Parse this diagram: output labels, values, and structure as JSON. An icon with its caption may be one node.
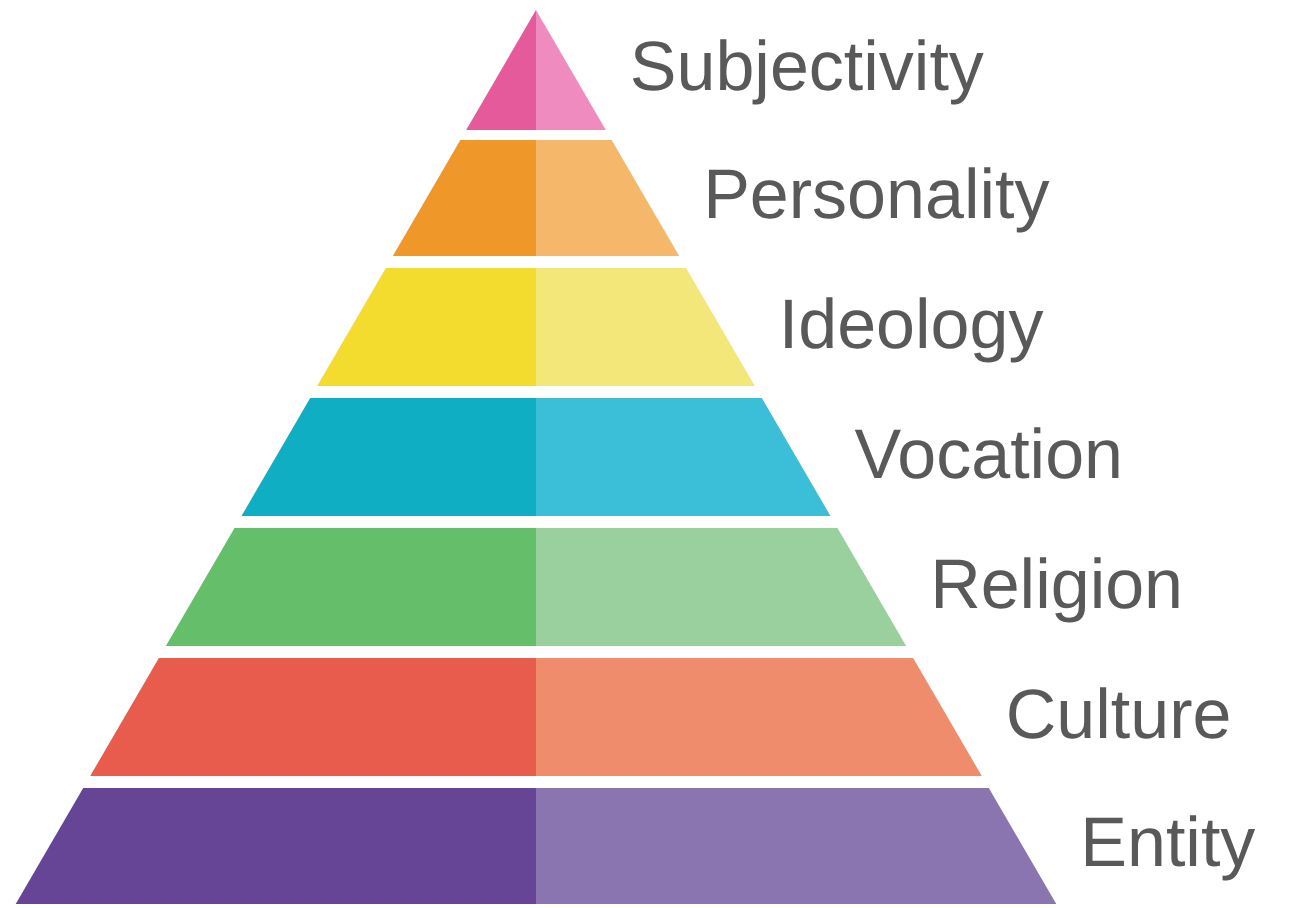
{
  "diagram": {
    "nodes": [
      {
        "text": [
          "Subjectivity"
        ]
      },
      {
        "text": [
          "Personality"
        ]
      },
      {
        "text": [
          "Ideology"
        ]
      },
      {
        "text": [
          "Vocation"
        ]
      },
      {
        "text": [
          "Religion"
        ]
      },
      {
        "text": [
          "Culture"
        ]
      },
      {
        "text": [
          "Entity"
        ]
      }
    ]
  }
}
